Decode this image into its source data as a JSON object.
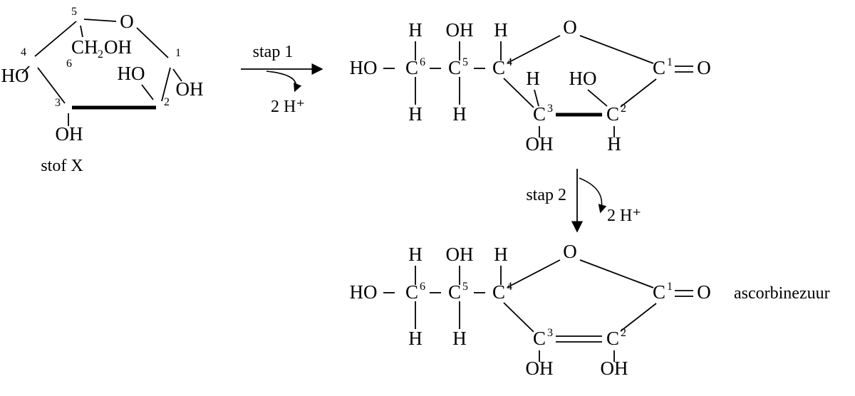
{
  "scheme": {
    "reactant_name": "stof X",
    "product_name": "ascorbinezuur",
    "step1": {
      "label": "stap 1",
      "byproduct": "2 H⁺"
    },
    "step2": {
      "label": "stap 2",
      "byproduct": "2 H⁺"
    }
  },
  "sym": {
    "C": "C",
    "H": "H",
    "O": "O",
    "OH": "OH",
    "HO": "HO",
    "CH": "CH",
    "sub2": "2",
    "n1": "1",
    "n2": "2",
    "n3": "3",
    "n4": "4",
    "n5": "5",
    "n6": "6"
  },
  "colors": {
    "ink": "#000000",
    "background": "#ffffff"
  }
}
